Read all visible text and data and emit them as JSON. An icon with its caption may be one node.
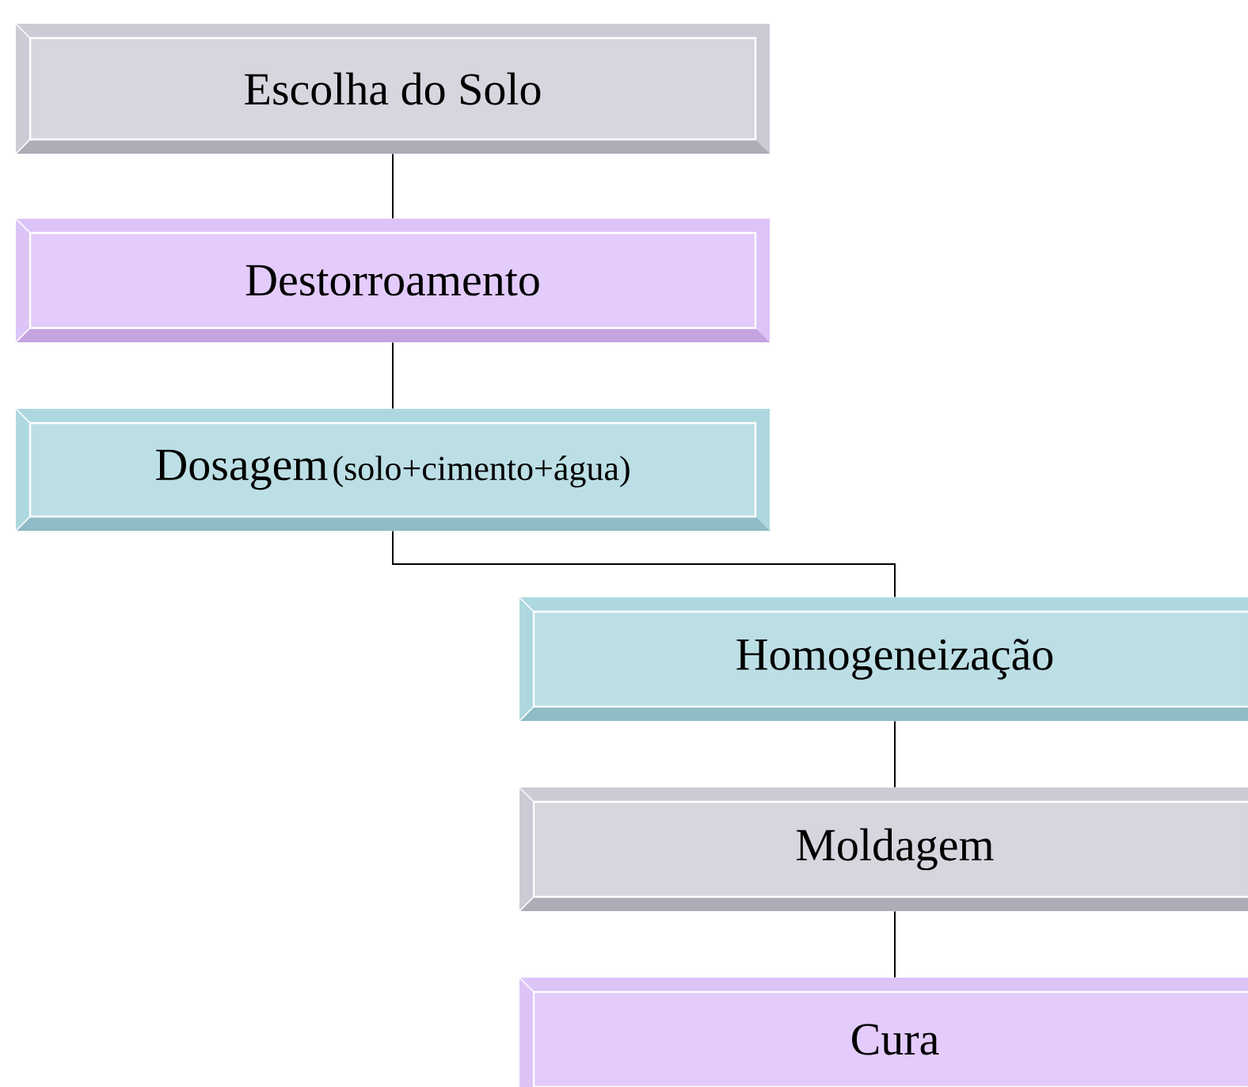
{
  "diagram": {
    "nodes": [
      {
        "text": [
          "Escolha do Solo"
        ]
      },
      {
        "text": [
          "Destorroamento"
        ]
      },
      {
        "text": [
          "Dosagem",
          "(solo+cimento+água)"
        ]
      },
      {
        "text": [
          "Homogeneização"
        ]
      },
      {
        "text": [
          "Moldagem"
        ]
      },
      {
        "text": [
          "Cura"
        ]
      }
    ],
    "edges": [
      {
        "from": 0,
        "to": 1,
        "arrow": "none"
      },
      {
        "from": 1,
        "to": 2,
        "arrow": "none"
      },
      {
        "from": 2,
        "to": 3,
        "arrow": "none"
      },
      {
        "from": 3,
        "to": 4,
        "arrow": "none"
      },
      {
        "from": 4,
        "to": 5,
        "arrow": "none"
      }
    ]
  }
}
